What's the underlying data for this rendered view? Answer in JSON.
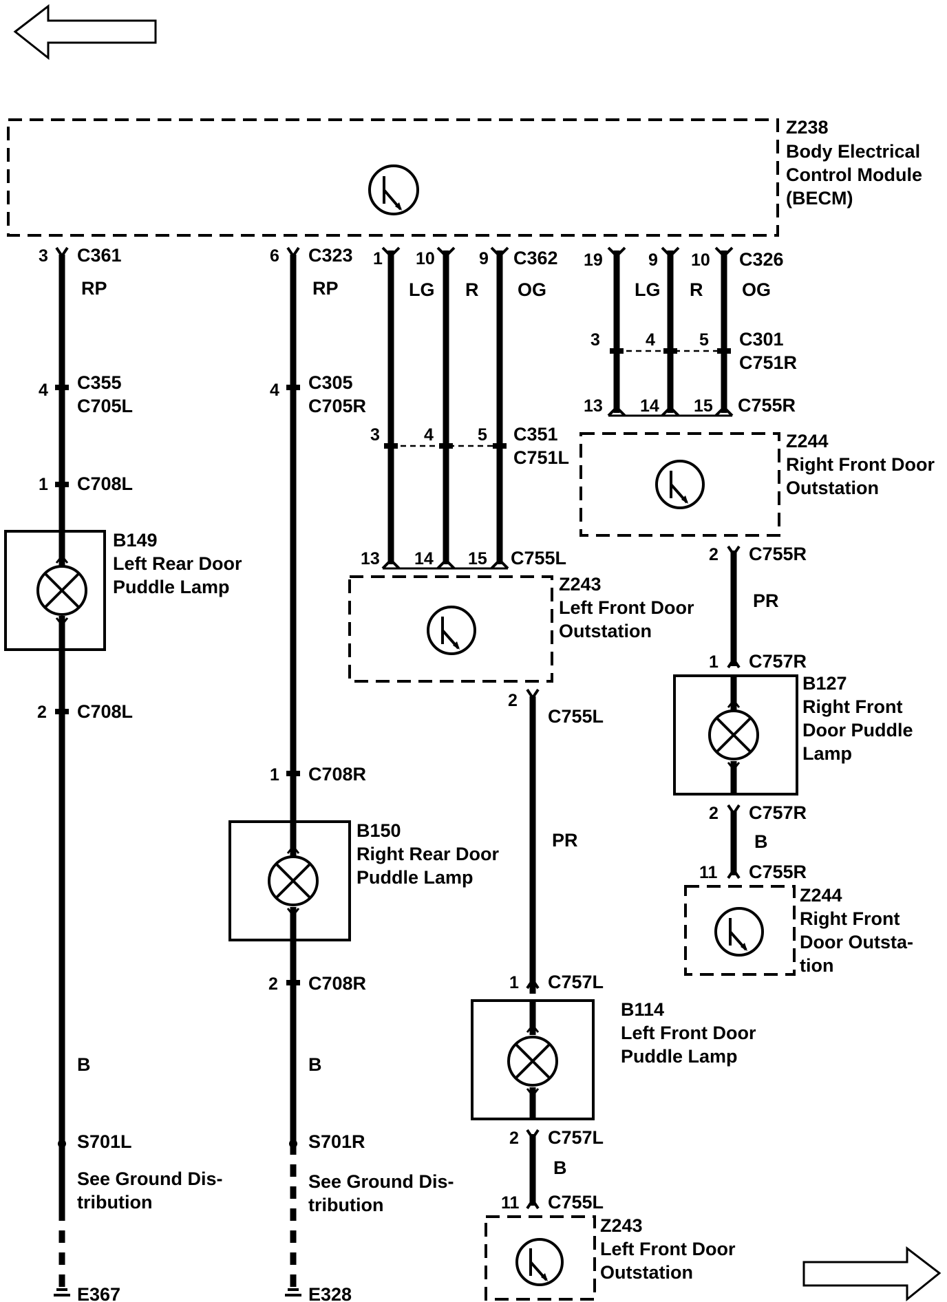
{
  "modules": {
    "becm": {
      "id": "Z238",
      "lines": [
        "Body Electrical",
        "Control Module",
        "(BECM)"
      ]
    },
    "z244_top": {
      "id": "Z244",
      "lines": [
        "Right Front Door",
        "Outstation"
      ]
    },
    "z243_mid": {
      "id": "Z243",
      "lines": [
        "Left Front Door",
        "Outstation"
      ]
    },
    "z244_bot": {
      "id": "Z244",
      "lines": [
        "Right Front",
        "Door Outsta-",
        "tion"
      ]
    },
    "z243_bot": {
      "id": "Z243",
      "lines": [
        "Left Front Door",
        "Outstation"
      ]
    }
  },
  "lamps": {
    "b149": {
      "id": "B149",
      "lines": [
        "Left Rear Door",
        "Puddle Lamp"
      ]
    },
    "b150": {
      "id": "B150",
      "lines": [
        "Right Rear Door",
        "Puddle Lamp"
      ]
    },
    "b114": {
      "id": "B114",
      "lines": [
        "Left Front Door",
        "Puddle Lamp"
      ]
    },
    "b127": {
      "id": "B127",
      "lines": [
        "Right Front",
        "Door Puddle",
        "Lamp"
      ]
    }
  },
  "connectors": {
    "c361": "C361",
    "c355": "C355",
    "c705l": "C705L",
    "c708l_top": "C708L",
    "c708l_bot": "C708L",
    "c323": "C323",
    "c305": "C305",
    "c705r": "C705R",
    "c708r_top": "C708R",
    "c708r_bot": "C708R",
    "c362": "C362",
    "c351": "C351",
    "c751l": "C751L",
    "c755l_top": "C755L",
    "c755l_mid": "C755L",
    "c757l_top": "C757L",
    "c757l_bot": "C757L",
    "c755l_bot": "C755L",
    "c326": "C326",
    "c301": "C301",
    "c751r": "C751R",
    "c755r_top": "C755R",
    "c755r_mid": "C755R",
    "c757r_top": "C757R",
    "c757r_bot": "C757R",
    "c755r_bot": "C755R"
  },
  "pins": {
    "p3_c361": "3",
    "p4_c355": "4",
    "p1_c708l": "1",
    "p2_c708l": "2",
    "p6_c323": "6",
    "p4_c305": "4",
    "p1_c708r": "1",
    "p2_c708r": "2",
    "c362_1": "1",
    "c362_10": "10",
    "c362_9": "9",
    "c351_3": "3",
    "c351_4": "4",
    "c351_5": "5",
    "c755l_13": "13",
    "c755l_14": "14",
    "c755l_15": "15",
    "z243_2": "2",
    "c757l_1": "1",
    "c757l_2": "2",
    "c755l_11": "11",
    "c326_19": "19",
    "c326_9": "9",
    "c326_10": "10",
    "c301_3": "3",
    "c301_4": "4",
    "c301_5": "5",
    "c755r_13": "13",
    "c755r_14": "14",
    "c755r_15": "15",
    "z244_2": "2",
    "c757r_1": "1",
    "c757r_2": "2",
    "c755r_11": "11"
  },
  "wire_colors": {
    "rp1": "RP",
    "rp2": "RP",
    "lg1": "LG",
    "r1": "R",
    "og1": "OG",
    "lg2": "LG",
    "r2": "R",
    "og2": "OG",
    "pr_left": "PR",
    "pr_right": "PR",
    "b1": "B",
    "b2": "B",
    "b3": "B",
    "b4": "B"
  },
  "grounds": {
    "s701l": "S701L",
    "s701r": "S701R",
    "note_left": [
      "See Ground Dis-",
      "tribution"
    ],
    "note_right": [
      "See Ground Dis-",
      "tribution"
    ],
    "e367": "E367",
    "e328": "E328"
  }
}
